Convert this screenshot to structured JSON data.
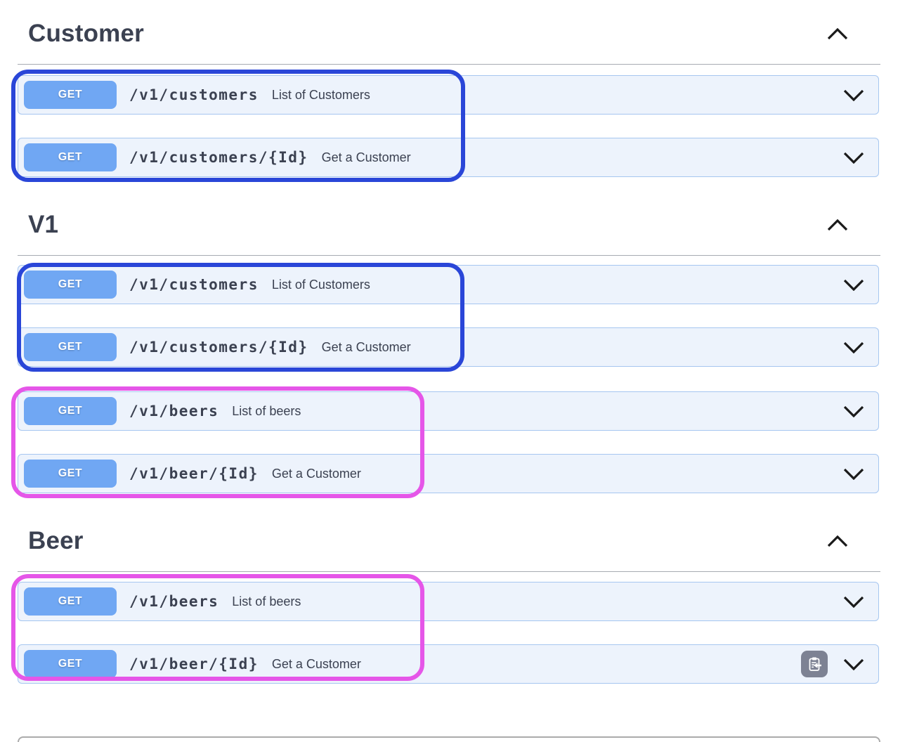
{
  "colors": {
    "get_badge": "#70a7f3",
    "row_background": "#edf3fc",
    "row_border": "#a6c6f0",
    "annotation_blue": "#2a46d8",
    "annotation_magenta": "#e556e8",
    "heading_text": "#3b4151",
    "copy_button_background": "#7d8293"
  },
  "sections": [
    {
      "title": "Customer",
      "collapse_icon": "chevron-up",
      "endpoints": [
        {
          "method": "GET",
          "path": "/v1/customers",
          "description": "List of Customers"
        },
        {
          "method": "GET",
          "path": "/v1/customers/{Id}",
          "description": "Get a Customer"
        }
      ]
    },
    {
      "title": "V1",
      "collapse_icon": "chevron-up",
      "endpoints": [
        {
          "method": "GET",
          "path": "/v1/customers",
          "description": "List of Customers"
        },
        {
          "method": "GET",
          "path": "/v1/customers/{Id}",
          "description": "Get a Customer"
        },
        {
          "method": "GET",
          "path": "/v1/beers",
          "description": "List of beers"
        },
        {
          "method": "GET",
          "path": "/v1/beer/{Id}",
          "description": "Get a Customer"
        }
      ]
    },
    {
      "title": "Beer",
      "collapse_icon": "chevron-up",
      "endpoints": [
        {
          "method": "GET",
          "path": "/v1/beers",
          "description": "List of beers"
        },
        {
          "method": "GET",
          "path": "/v1/beer/{Id}",
          "description": "Get a Customer"
        }
      ]
    }
  ],
  "annotations": [
    {
      "color": "#2a46d8",
      "around": "Customer section: /v1/customers and /v1/customers/{Id}"
    },
    {
      "color": "#2a46d8",
      "around": "V1 section: /v1/customers and /v1/customers/{Id}"
    },
    {
      "color": "#e556e8",
      "around": "V1 section: /v1/beers and /v1/beer/{Id}"
    },
    {
      "color": "#e556e8",
      "around": "Beer section: /v1/beers and /v1/beer/{Id}"
    }
  ]
}
